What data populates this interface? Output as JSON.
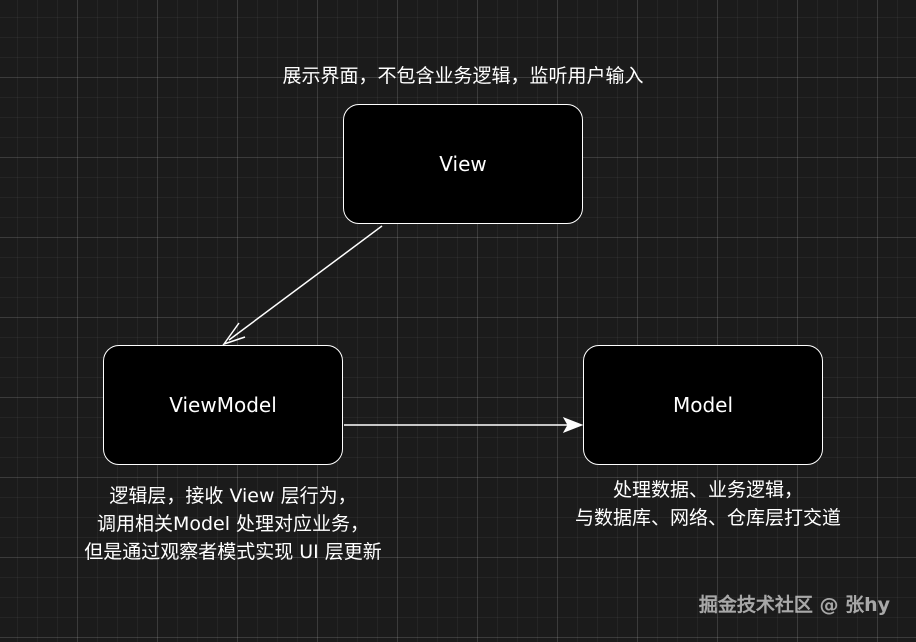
{
  "nodes": {
    "view": "View",
    "viewmodel": "ViewModel",
    "model": "Model"
  },
  "notes": {
    "view": "展示界面，不包含业务逻辑，监听用户输入",
    "viewmodel": [
      "逻辑层，接收 View 层行为，",
      "调用相关Model 处理对应业务，",
      "但是通过观察者模式实现 UI 层更新"
    ],
    "model": [
      "处理数据、业务逻辑，",
      "与数据库、网络、仓库层打交道"
    ]
  },
  "watermark": "掘金技术社区 @ 张hy"
}
